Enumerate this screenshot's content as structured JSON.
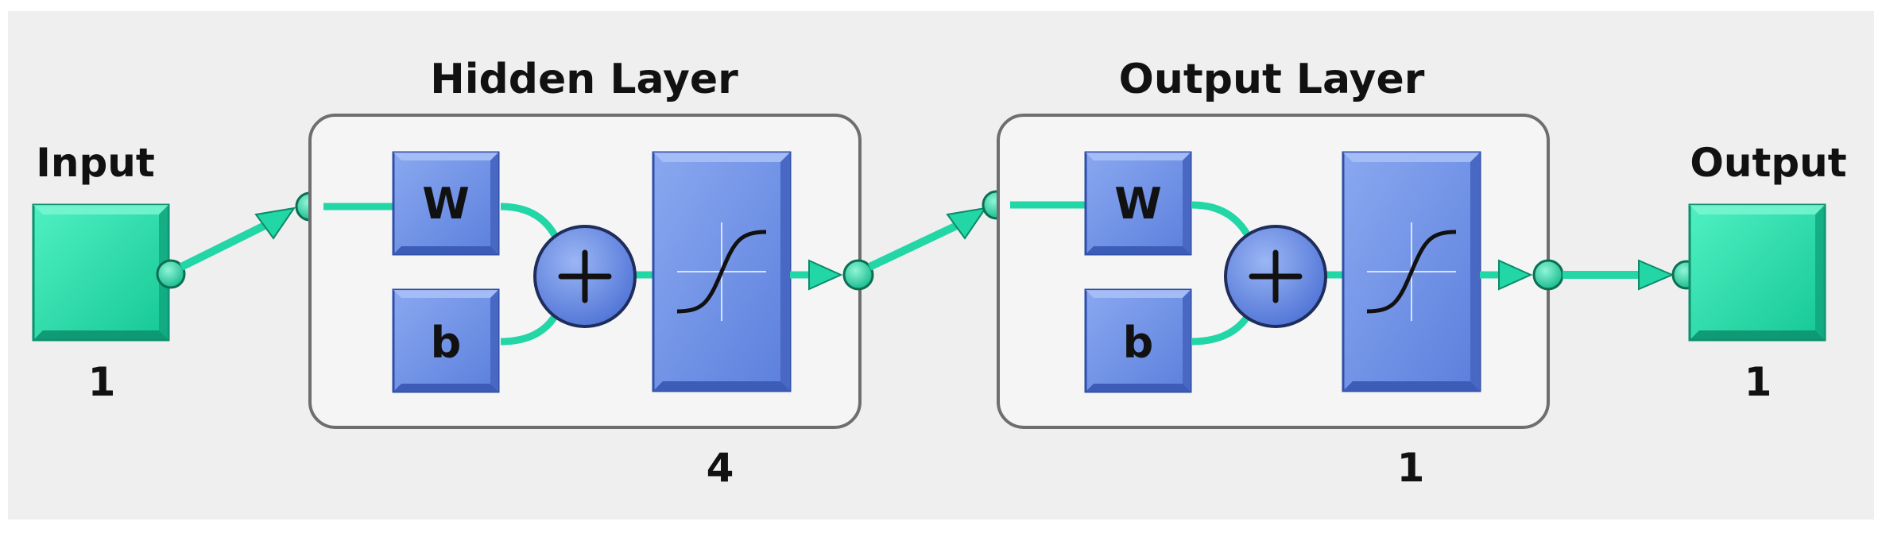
{
  "diagram": {
    "input": {
      "label": "Input",
      "size": "1"
    },
    "hidden_layer": {
      "title": "Hidden Layer",
      "weight_label": "W",
      "bias_label": "b",
      "size": "4"
    },
    "output_layer": {
      "title": "Output Layer",
      "weight_label": "W",
      "bias_label": "b",
      "size": "1"
    },
    "output": {
      "label": "Output",
      "size": "1"
    },
    "colors": {
      "background": "#f0f0f0",
      "layer_box_fill": "#f4f4f4",
      "layer_box_stroke": "#6e6e6e",
      "teal": "#1fd6a6",
      "teal_dark": "#108a6a",
      "block_blue": "#6b8fe6",
      "block_blue_dark": "#3a59b0",
      "summer_blue": "#6f96ea"
    },
    "icons": {
      "sum": "plus-icon",
      "transfer": "sigmoid-curve-icon",
      "arrow": "arrow-right-icon"
    }
  }
}
